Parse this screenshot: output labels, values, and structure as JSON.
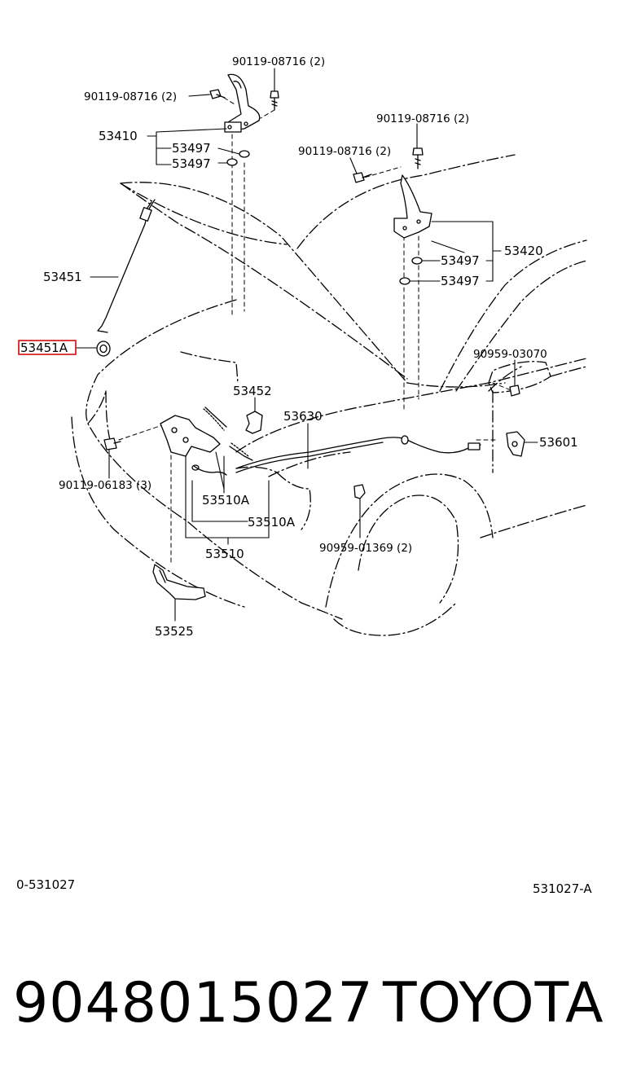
{
  "diagram": {
    "labels": {
      "bolt_hinge_left_top": "90119-08716 (2)",
      "bolt_hinge_left_side": "90119-08716 (2)",
      "bolt_hinge_right_top": "90119-08716 (2)",
      "bolt_hinge_right_side": "90119-08716 (2)",
      "hinge_left": "53410",
      "washer_left_1": "53497",
      "washer_left_2": "53497",
      "hinge_right": "53420",
      "washer_right_1": "53497",
      "washer_right_2": "53497",
      "support_rod": "53451",
      "support_rod_grommet": "53451A",
      "rod_holder": "53452",
      "release_cable": "53630",
      "lever_clip": "90959-03070",
      "release_lever": "53601",
      "lock_bolt": "90119-06183 (3)",
      "lock_sub_1": "53510A",
      "lock_sub_2": "53510A",
      "lock_assembly": "53510",
      "cable_clamp": "90959-01369 (2)",
      "catch": "53525"
    },
    "highlighted_label": "53451A",
    "highlight_color": "#d62020",
    "diagram_code_left": "0-531027",
    "diagram_code_right": "531027-A"
  },
  "footer": {
    "part_number": "9048015027",
    "brand": "TOYOTA"
  }
}
